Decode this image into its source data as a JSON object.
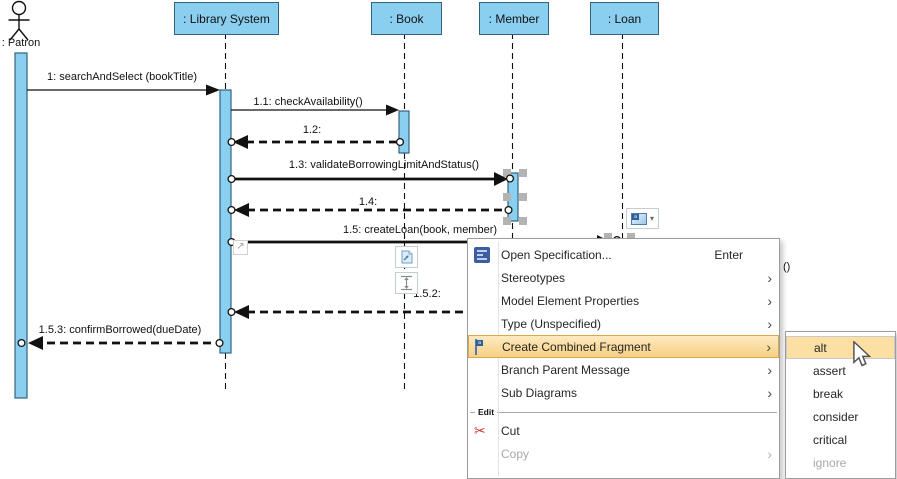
{
  "diagram": {
    "actor": {
      "label": ": Patron"
    },
    "lifelines": [
      {
        "label": ": Library System"
      },
      {
        "label": ": Book"
      },
      {
        "label": ": Member"
      },
      {
        "label": ": Loan"
      }
    ],
    "messages": [
      {
        "label": "1: searchAndSelect (bookTitle)"
      },
      {
        "label": "1.1: checkAvailability()"
      },
      {
        "label": "1.2:"
      },
      {
        "label": "1.3: validateBorrowingLimitAndStatus()"
      },
      {
        "label": "1.4:"
      },
      {
        "label": "1.5: createLoan(book, member)"
      },
      {
        "label": "1.5.2:"
      },
      {
        "label": "1.5.3: confirmBorrowed(dueDate)"
      }
    ],
    "partial_label": "()"
  },
  "context_menu": {
    "section_label": "Edit",
    "items": [
      {
        "label": "Open Specification...",
        "shortcut": "Enter",
        "icon": "specification-icon",
        "has_submenu": false,
        "disabled": false,
        "highlighted": false
      },
      {
        "label": "Stereotypes",
        "has_submenu": true,
        "disabled": false,
        "highlighted": false
      },
      {
        "label": "Model Element Properties",
        "has_submenu": true,
        "disabled": false,
        "highlighted": false
      },
      {
        "label": "Type (Unspecified)",
        "has_submenu": true,
        "disabled": false,
        "highlighted": false
      },
      {
        "label": "Create Combined Fragment",
        "icon": "combined-fragment-icon",
        "has_submenu": true,
        "disabled": false,
        "highlighted": true
      },
      {
        "label": "Branch Parent Message",
        "has_submenu": true,
        "disabled": false,
        "highlighted": false
      },
      {
        "label": "Sub Diagrams",
        "has_submenu": true,
        "disabled": false,
        "highlighted": false
      },
      {
        "label": "Cut",
        "icon": "scissors-icon",
        "has_submenu": false,
        "disabled": false,
        "highlighted": false
      },
      {
        "label": "Copy",
        "has_submenu": true,
        "disabled": true,
        "highlighted": false
      }
    ]
  },
  "submenu": {
    "items": [
      {
        "label": "alt",
        "highlighted": true,
        "disabled": false
      },
      {
        "label": "assert",
        "highlighted": false,
        "disabled": false
      },
      {
        "label": "break",
        "highlighted": false,
        "disabled": false
      },
      {
        "label": "consider",
        "highlighted": false,
        "disabled": false
      },
      {
        "label": "critical",
        "highlighted": false,
        "disabled": false
      },
      {
        "label": "ignore",
        "highlighted": false,
        "disabled": true
      }
    ]
  },
  "icons": {
    "submenu_arrow": "›",
    "dropdown_arrow": "▾",
    "scissors": "✂",
    "resize_vertical": "↕",
    "reroute": "↗",
    "fragment_tab": "a"
  },
  "colors": {
    "lifeline_fill": "#8BCFF0",
    "lifeline_border": "#2F637F",
    "menu_highlight": "#F8D084",
    "menu_highlight_border": "#DBA84F",
    "handle_gray": "#B3B3B3"
  }
}
